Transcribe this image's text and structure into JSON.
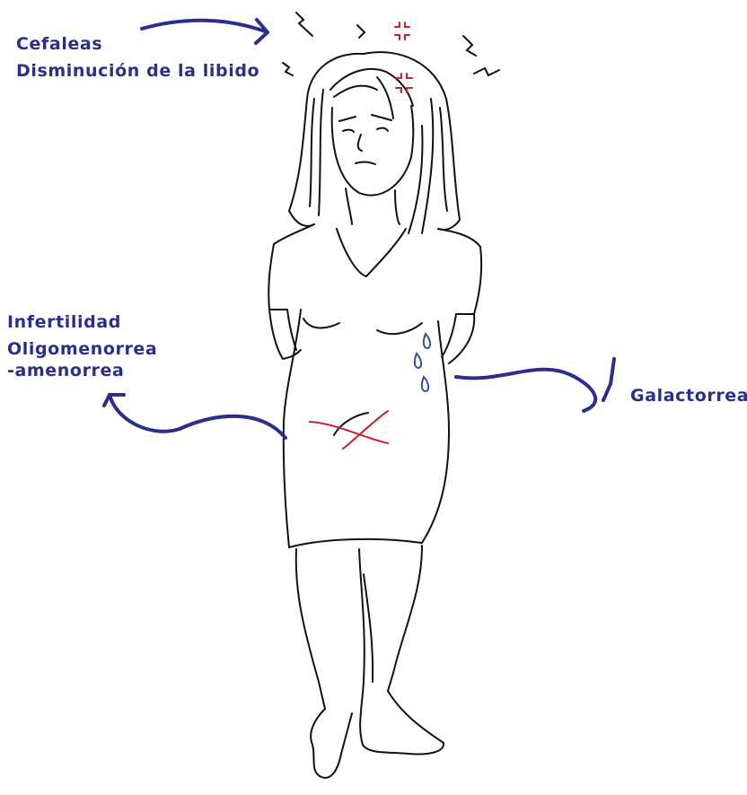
{
  "colors": {
    "label": "#2a2f8c",
    "line": "#111111",
    "accent": "#c8202c",
    "drops": "#3a4aa8"
  },
  "icons": [
    "anger-mark-icon",
    "stress-mark-icon",
    "sweat-drop-icon",
    "cross-mark-icon",
    "arrow-icon"
  ],
  "annotations": {
    "head": [
      "Cefaleas",
      "Disminución de la libido"
    ],
    "reproductive": [
      "Infertilidad",
      "Oligomenorrea",
      "-amenorrea"
    ],
    "breast": [
      "Galactorrea"
    ]
  }
}
